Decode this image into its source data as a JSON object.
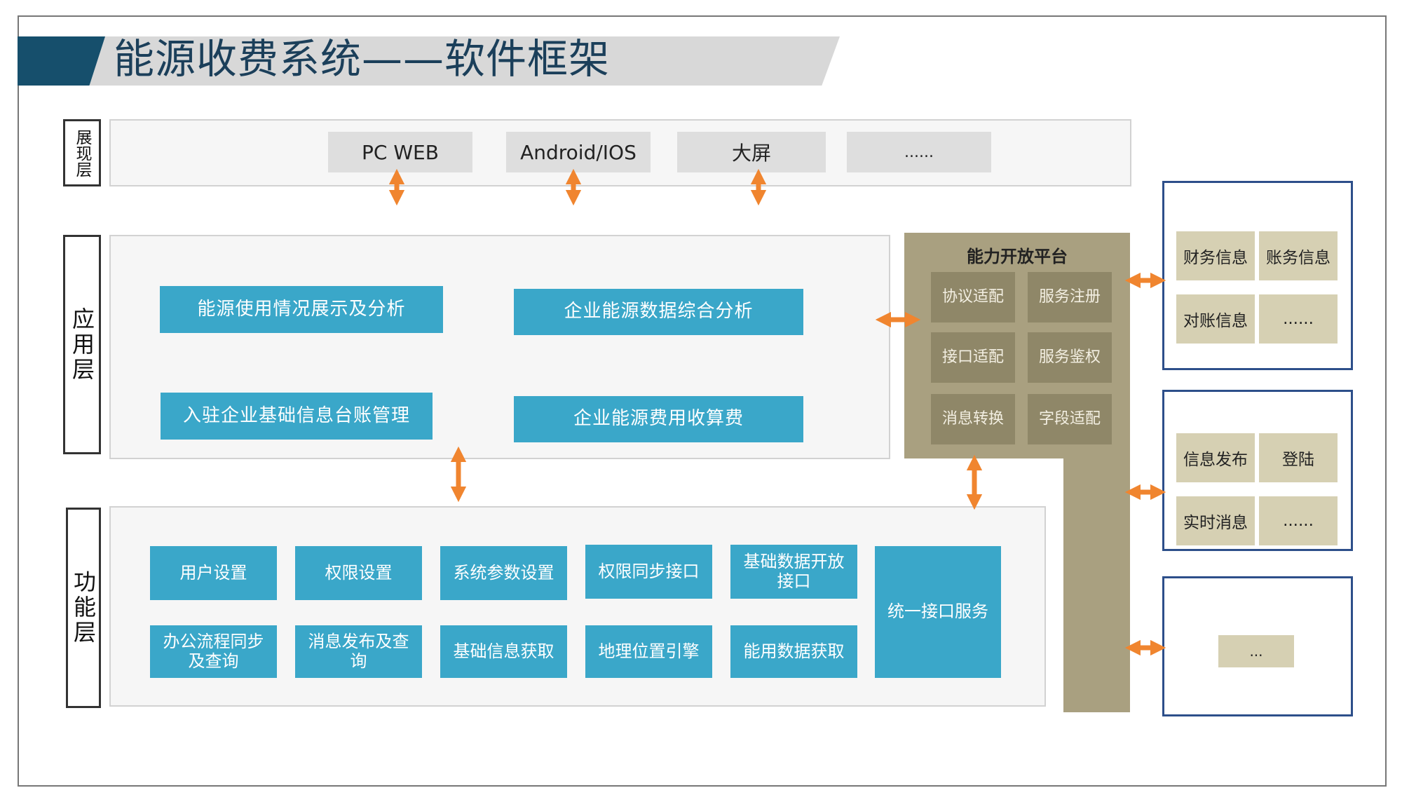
{
  "title": "能源收费系统——软件框架",
  "layers": {
    "presentation": "展现层",
    "application": "应用层",
    "function": "功能层"
  },
  "presentation_items": [
    "PC WEB",
    "Android/IOS",
    "大屏",
    "......"
  ],
  "application_items": [
    "能源使用情况展示及分析",
    "企业能源数据综合分析",
    "入驻企业基础信息台账管理",
    "企业能源费用收算费"
  ],
  "function_items": [
    "用户设置",
    "权限设置",
    "系统参数设置",
    "权限同步接口",
    "基础数据开放接口",
    "办公流程同步及查询",
    "消息发布及查询",
    "基础信息获取",
    "地理位置引擎",
    "能用数据获取"
  ],
  "function_unified": "统一接口服务",
  "platform": {
    "title": "能力开放平台",
    "cells": [
      "协议适配",
      "服务注册",
      "接口适配",
      "服务鉴权",
      "消息转换",
      "字段适配"
    ]
  },
  "side_group_1": [
    "财务信息",
    "账务信息",
    "对账信息",
    "......"
  ],
  "side_group_2": [
    "信息发布",
    "登陆",
    "实时消息",
    "......"
  ],
  "side_group_3": [
    "..."
  ],
  "colors": {
    "title_dark": "#164f6c",
    "teal": "#3aa7c9",
    "tan": "#a9a080",
    "arrow": "#f0852f",
    "side_border": "#2d4f8a"
  }
}
